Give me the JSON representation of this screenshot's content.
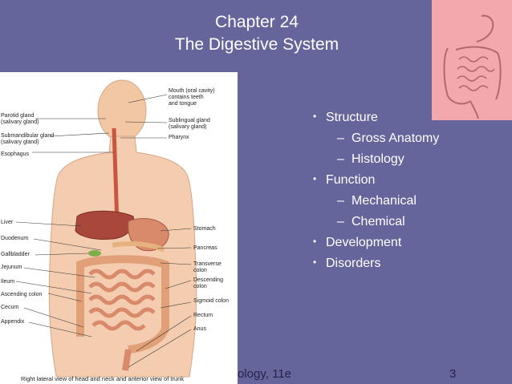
{
  "slide": {
    "title_line1": "Chapter 24",
    "title_line2": "The Digestive System",
    "bullets": [
      {
        "level": 1,
        "text": "Structure"
      },
      {
        "level": 2,
        "text": "Gross Anatomy"
      },
      {
        "level": 2,
        "text": "Histology"
      },
      {
        "level": 1,
        "text": "Function"
      },
      {
        "level": 2,
        "text": "Mechanical"
      },
      {
        "level": 2,
        "text": "Chemical"
      },
      {
        "level": 1,
        "text": "Development"
      },
      {
        "level": 1,
        "text": "Disorders"
      }
    ],
    "bullet_glyph": "•",
    "dash_glyph": "–",
    "footer": "ology, 11e",
    "page_number": "3"
  },
  "figure": {
    "labels_left": [
      "Parotid gland",
      "(salivary gland)",
      "Submandibular gland",
      "(salivary gland)",
      "Esophagus",
      "Liver",
      "Duodenum",
      "Gallbladder",
      "Jejunum",
      "Ileum",
      "Ascending colon",
      "Cecum",
      "Appendix"
    ],
    "labels_right": [
      "Mouth (oral cavity)",
      "contains teeth",
      "and tongue",
      "Sublingual gland",
      "(salivary gland)",
      "Pharynx",
      "Stomach",
      "Pancreas",
      "Transverse",
      "colon",
      "Descending",
      "colon",
      "Sigmoid colon",
      "Rectum",
      "Anus"
    ],
    "caption": "Right lateral view of head and neck and anterior view of trunk"
  },
  "colors": {
    "background": "#66659b",
    "corner_image_bg": "#f3a8ad",
    "text": "#ffffff",
    "footer_text": "#24224a"
  }
}
